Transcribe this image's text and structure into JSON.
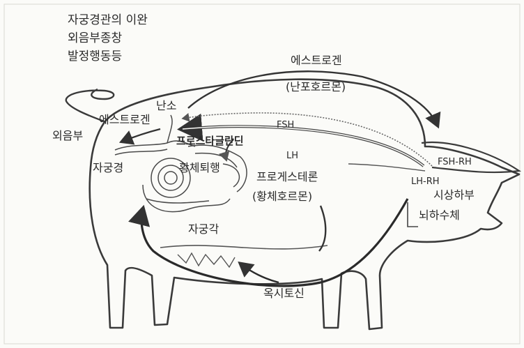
{
  "labels": {
    "function_line1": "자궁경관의 이완",
    "function_line2": "외음부종창",
    "function_line3": "발정행동등",
    "estrogen_top": "에스트로겐",
    "estrogen_top_sub": "(난포호르몬)",
    "ovary": "난소",
    "estrogen_left": "에스트로겐",
    "vulva": "외음부",
    "fsh": "FSH",
    "prostaglandin": "프로스타글란딘",
    "cervix": "자궁경",
    "corpus_luteum_regression": "황체퇴행",
    "lh": "LH",
    "progesterone": "프로게스테론",
    "progesterone_sub": "(황체호르몬)",
    "fsh_rh": "FSH-RH",
    "lh_rh": "LH-RH",
    "hypothalamus": "시상하부",
    "pituitary": "뇌하수체",
    "uterine_horn": "자궁각",
    "oxytocin": "옥시토신"
  },
  "colors": {
    "line": "#333333",
    "background": "#fbfbf8"
  }
}
